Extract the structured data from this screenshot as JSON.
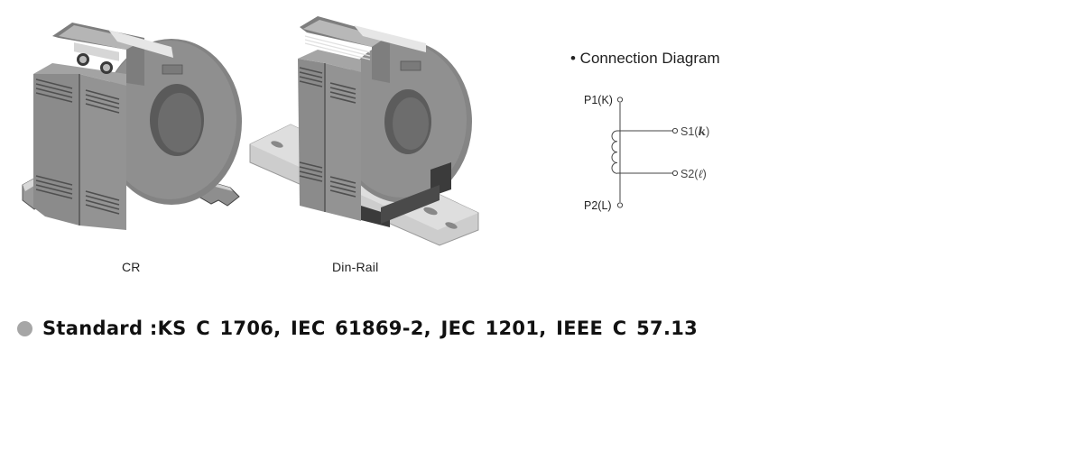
{
  "products": [
    {
      "id": "cr",
      "caption": "CR",
      "image_icon": "current-transformer-cr-mount-image"
    },
    {
      "id": "din-rail",
      "caption": "Din-Rail",
      "image_icon": "current-transformer-din-rail-mount-image"
    }
  ],
  "connection_diagram": {
    "title": "• Connection Diagram",
    "terminals": {
      "p1": "P1(K)",
      "p2": "P2(L)",
      "s1_prefix": "S1(",
      "s1_symbol": "k",
      "s1_suffix": ")",
      "s2_prefix": "S2(",
      "s2_symbol": "ℓ",
      "s2_suffix": ")"
    },
    "coil_icon": "transformer-coil-icon"
  },
  "standard": {
    "label": "Standard :",
    "value": "KS C 1706, IEC 61869-2, JEC 1201, IEEE C 57.13",
    "bullet_color": "#a6a6a6"
  },
  "colors": {
    "housing": "#8a8a8a",
    "housing_dark": "#6e6e6e",
    "housing_light": "#a0a0a0",
    "rail": "#c8c8c8",
    "line": "#333333"
  }
}
